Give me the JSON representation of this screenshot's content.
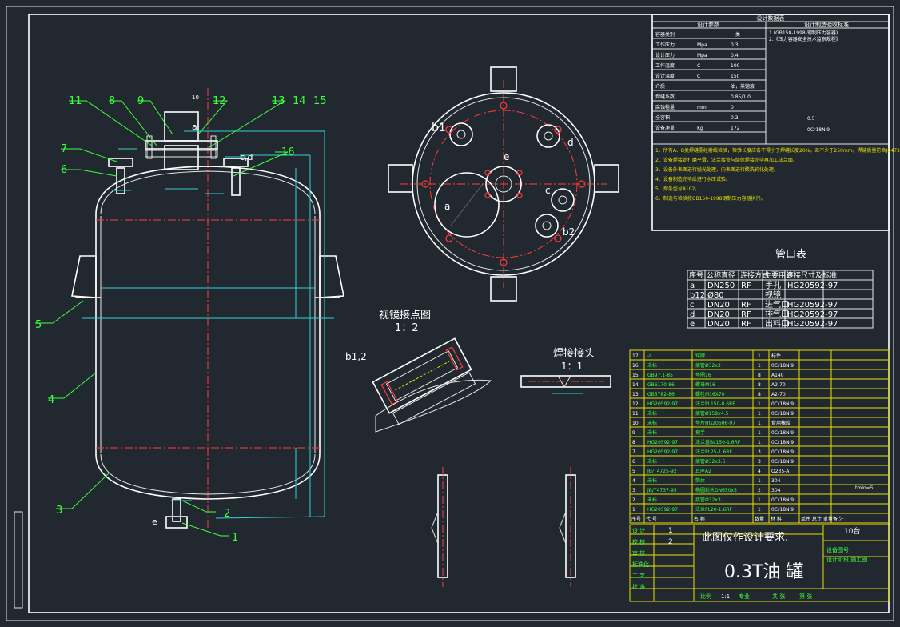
{
  "colors": {
    "background": "#212830",
    "outline": "#ffffff",
    "centerline": "#ff3b3b",
    "leader": "#3cff3c",
    "table_border": "#e6e000",
    "dimension": "#32d4d4"
  },
  "design_table": {
    "title": "设计数据表",
    "col_left": "设计参数",
    "col_right": "设计制造验收标准",
    "standards": [
      "1.(GB150-1998-钢制压力容器)",
      "2.《压力容器安全技术监察规程》"
    ],
    "rows": [
      {
        "label": "容器类别",
        "unit": "",
        "value": "一类"
      },
      {
        "label": "工作压力",
        "unit": "Mpa",
        "value": "0.3"
      },
      {
        "label": "设计压力",
        "unit": "Mpa",
        "value": "0.4"
      },
      {
        "label": "工作温度",
        "unit": "C",
        "value": "100"
      },
      {
        "label": "设计温度",
        "unit": "C",
        "value": "150"
      },
      {
        "label": "介质",
        "unit": "",
        "value": "油，蒸馏液"
      },
      {
        "label": "焊缝系数",
        "unit": "",
        "value": "0.85/1.0"
      },
      {
        "label": "腐蚀裕量",
        "unit": "mm",
        "value": "0"
      },
      {
        "label": "全容积",
        "unit": "",
        "value": "0.3"
      },
      {
        "label": "设备净重",
        "unit": "Kg",
        "value": "172"
      }
    ],
    "test_pressure": "0.5",
    "material": "0Cr18Ni9"
  },
  "notes": [
    "1、所有A、B类焊缝需经射线检验，检验长度应各不得小于焊缝长度20%。且不少于250mm。焊缝质量符合JB4730 III级为合格。",
    "2、设备焊接处打磨平滑，法兰接管与筒体焊接完毕再加工法兰面。",
    "3、设备外表面进行抛光处理，内表面进行酸洗钝化处理。",
    "4、设备制造完毕后进行水压试验。",
    "5、焊条型号A102。",
    "6、制造与检验按GB150-1998钢制压力容器执行。"
  ],
  "nozzle_table": {
    "title": "管口表",
    "headers": [
      "序号",
      "公称直径",
      "连接方式",
      "主要用途",
      "连接尺寸及标准"
    ],
    "rows": [
      [
        "a",
        "DN250",
        "RF",
        "手孔",
        "HG20592-97"
      ],
      [
        "b12",
        "Ø80",
        "",
        "视镜",
        ""
      ],
      [
        "c",
        "DN20",
        "RF",
        "进气口",
        "HG20592-97"
      ],
      [
        "d",
        "DN20",
        "RF",
        "排气口",
        "HG20592-97"
      ],
      [
        "e",
        "DN20",
        "RF",
        "出料口",
        "HG20592-97"
      ]
    ]
  },
  "detail_labels": {
    "sight_glass_title": "视镜接点图",
    "sight_glass_scale": "1：2",
    "sight_glass_ref": "b1,2",
    "weld_title": "焊接接头",
    "weld_scale": "1：1"
  },
  "view_labels": {
    "top": [
      "b1",
      "e",
      "d",
      "c",
      "a",
      "b2"
    ],
    "main": [
      "a",
      "c,d",
      "e"
    ]
  },
  "part_numbers": [
    "11",
    "8",
    "9",
    "10",
    "12",
    "13",
    "14",
    "15",
    "7",
    "6",
    "16",
    "5",
    "4",
    "3",
    "2",
    "1"
  ],
  "parts_list": [
    {
      "no": "17",
      "code": "-II",
      "name": "铭牌",
      "qty": "1",
      "mat": "标件"
    },
    {
      "no": "16",
      "code": "未标",
      "name": "接管Ø32x3",
      "qty": "1",
      "mat": "0Cr18Ni9"
    },
    {
      "no": "15",
      "code": "GB97.1-85",
      "name": "垫圈16",
      "qty": "8",
      "mat": "A140"
    },
    {
      "no": "14",
      "code": "GB6170-86",
      "name": "螺母M16",
      "qty": "8",
      "mat": "A2-70"
    },
    {
      "no": "13",
      "code": "GB5782-86",
      "name": "螺栓M16X70",
      "qty": "8",
      "mat": "A2-70"
    },
    {
      "no": "12",
      "code": "HG20592-97",
      "name": "法兰PL150-0.6RF",
      "qty": "1",
      "mat": "0Cr18Ni9"
    },
    {
      "no": "11",
      "code": "未标",
      "name": "接管Ø159x4.5",
      "qty": "1",
      "mat": "0Cr18Ni9"
    },
    {
      "no": "10",
      "code": "未标",
      "name": "垫片HG20606-97",
      "qty": "1",
      "mat": "食用橡胶"
    },
    {
      "no": "9",
      "code": "未标",
      "name": "把手",
      "qty": "1",
      "mat": "0Cr18Ni9"
    },
    {
      "no": "8",
      "code": "HG20592-97",
      "name": "法兰盖BL150-1.6RF",
      "qty": "1",
      "mat": "0Cr18Ni9"
    },
    {
      "no": "7",
      "code": "HG20592-97",
      "name": "法兰PL25-1.6RF",
      "qty": "3",
      "mat": "0Cr18Ni9"
    },
    {
      "no": "6",
      "code": "未标",
      "name": "接管Ø32x3.5",
      "qty": "3",
      "mat": "0Cr18Ni9"
    },
    {
      "no": "5",
      "code": "JB/T4725-92",
      "name": "耳座A2",
      "qty": "4",
      "mat": "Q235-A"
    },
    {
      "no": "4",
      "code": "未标",
      "name": "筒体",
      "qty": "1",
      "mat": "304"
    },
    {
      "no": "3",
      "code": "JB/T4737-95",
      "name": "椭圆封头DN650x5",
      "qty": "2",
      "mat": "304"
    },
    {
      "no": "2",
      "code": "未标",
      "name": "接管Ø32x3",
      "qty": "1",
      "mat": "0Cr18Ni9"
    },
    {
      "no": "1",
      "code": "HG20592-97",
      "name": "法兰PL20-1.6RF",
      "qty": "1",
      "mat": "0Cr18Ni9"
    }
  ],
  "parts_header": [
    "序号",
    "代  号",
    "名  称",
    "数量",
    "材  料",
    "单件 总计 重量",
    "备  注"
  ],
  "parts_remark": "tmin=5",
  "title_block": {
    "note": "此图仅作设计要求.",
    "name": "0.3T油  罐",
    "qty": "10台",
    "rows_left": [
      "设  计",
      "校  核",
      "审  核",
      "标准化",
      "工  艺",
      "批  准"
    ],
    "rows_vals": [
      "1",
      "2"
    ],
    "right_labels": [
      "设备图号",
      "设计阶段 施工图"
    ],
    "bottom": [
      "比例",
      "1:1",
      "专业",
      "共  张",
      "第  张"
    ]
  }
}
